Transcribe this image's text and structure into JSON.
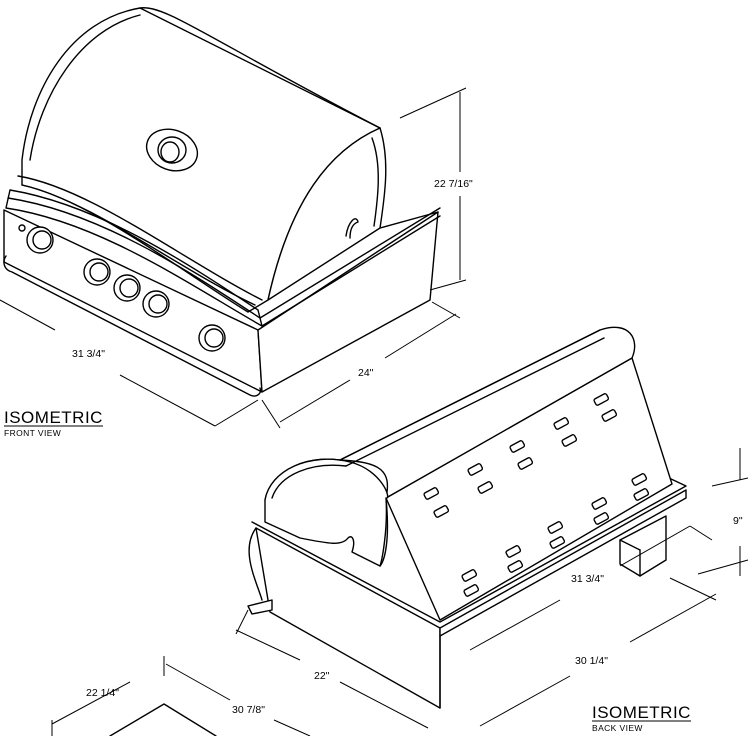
{
  "front": {
    "title": "ISOMETRIC",
    "subtitle": "FRONT VIEW",
    "dim_height": "22 7/16\"",
    "dim_width": "31 3/4\"",
    "dim_depth": "24\""
  },
  "back": {
    "title": "ISOMETRIC",
    "subtitle": "BACK VIEW",
    "dim_height": "9\"",
    "dim_width_upper": "31 3/4\"",
    "dim_width_lower": "30 1/4\"",
    "dim_depth": "22\""
  },
  "cutout": {
    "dim_depth": "22 1/4\"",
    "dim_width": "30 7/8\""
  }
}
